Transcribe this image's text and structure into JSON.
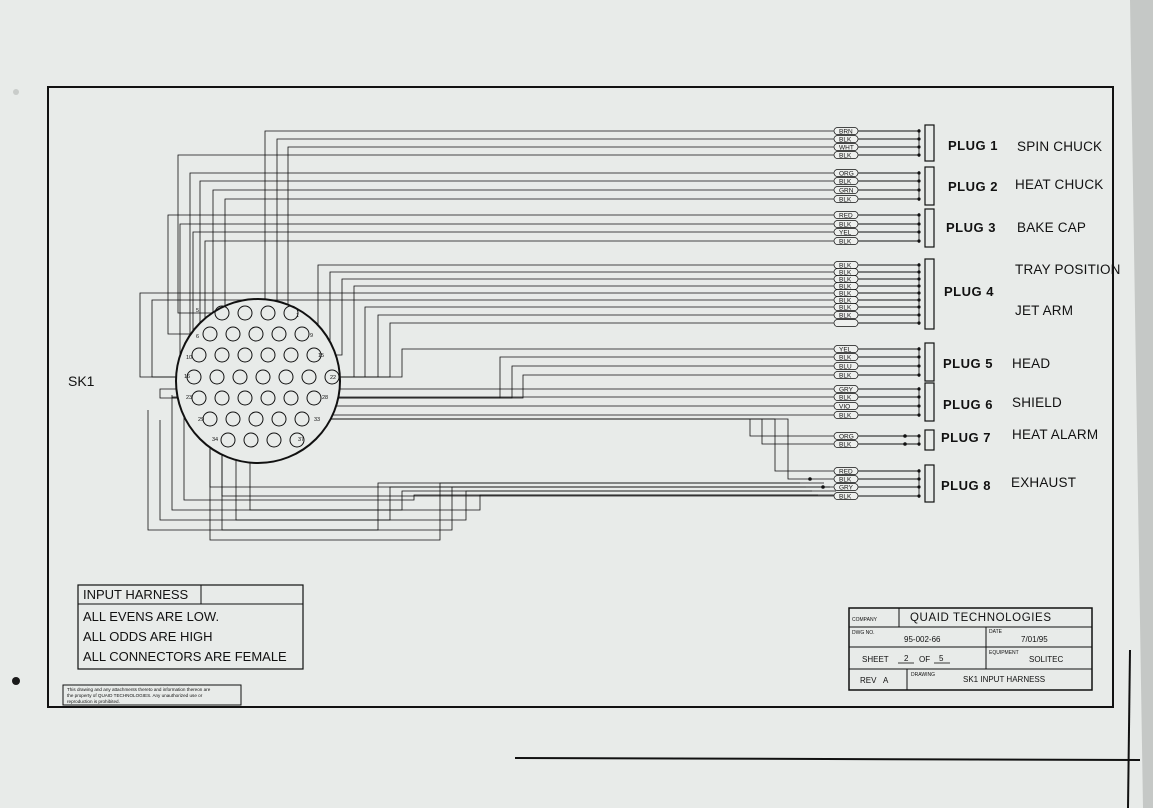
{
  "connector": {
    "label": "SK1",
    "pin_numbers": [
      "1",
      "5",
      "6",
      "9",
      "10",
      "15",
      "16",
      "22",
      "23",
      "28",
      "29",
      "33",
      "34",
      "37"
    ]
  },
  "plugs": [
    {
      "label": "PLUG 1",
      "name": "SPIN CHUCK",
      "wires": [
        "BRN",
        "BLK",
        "WHT",
        "BLK"
      ]
    },
    {
      "label": "PLUG 2",
      "name": "HEAT CHUCK",
      "wires": [
        "ORG",
        "BLK",
        "GRN",
        "BLK"
      ]
    },
    {
      "label": "PLUG 3",
      "name": "BAKE CAP",
      "wires": [
        "RED",
        "BLK",
        "YEL",
        "BLK"
      ]
    },
    {
      "label": "PLUG 4",
      "name": "TRAY POSITION",
      "name2": "JET ARM",
      "wires": [
        "BLK",
        "BLK",
        "BLK",
        "BLK",
        "BLK",
        "BLK",
        "BLK",
        "BLK"
      ]
    },
    {
      "label": "PLUG 5",
      "name": "HEAD",
      "wires": [
        "YEL",
        "BLK",
        "BLU",
        "BLK"
      ]
    },
    {
      "label": "PLUG 6",
      "name": "SHIELD",
      "wires": [
        "GRY",
        "BLK",
        "VIO",
        "BLK"
      ]
    },
    {
      "label": "PLUG 7",
      "name": "HEAT ALARM",
      "wires": [
        "ORG",
        "BLK"
      ]
    },
    {
      "label": "PLUG 8",
      "name": "EXHAUST",
      "wires": [
        "RED",
        "BLK",
        "GRY",
        "BLK"
      ]
    }
  ],
  "notes": {
    "title": "INPUT HARNESS",
    "lines": [
      "ALL EVENS ARE LOW.",
      "ALL ODDS ARE HIGH",
      "ALL CONNECTORS ARE FEMALE"
    ]
  },
  "disclaimer": {
    "line1": "This drawing and any attachments thereto and information thereon are",
    "line2": "the property of QUAID TECHNOLOGIES. Any unauthorized use or",
    "line3": "reproduction is prohibited."
  },
  "title_block": {
    "company_label": "COMPANY",
    "company": "QUAID TECHNOLOGIES",
    "dwg_label": "DWG NO.",
    "dwg_no": "95-002-66",
    "date_label": "DATE",
    "date": "7/01/95",
    "sheet_label": "SHEET",
    "sheet_no": "2",
    "of_label": "OF",
    "sheet_total": "5",
    "equipment_label": "EQUIPMENT",
    "equipment": "SOLITEC",
    "rev_label": "REV",
    "rev": "A",
    "drawing_label": "DRAWING",
    "drawing": "SK1 INPUT HARNESS"
  },
  "colors": {
    "background": "#d9dbd9",
    "paper": "#e8ebe9",
    "ink": "#111111"
  }
}
